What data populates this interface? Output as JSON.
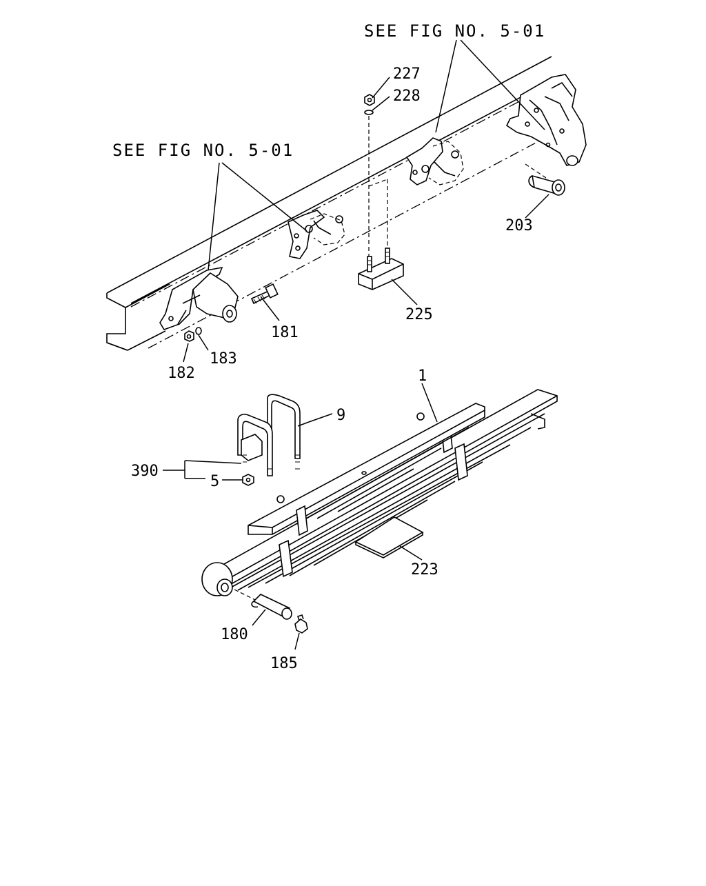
{
  "references": {
    "top": "SEE FIG NO. 5-01",
    "left": "SEE FIG NO. 5-01"
  },
  "callouts": {
    "c227": "227",
    "c228": "228",
    "c203": "203",
    "c225": "225",
    "c181": "181",
    "c182": "182",
    "c183": "183",
    "c1": "1",
    "c9": "9",
    "c390": "390",
    "c5": "5",
    "c223": "223",
    "c180": "180",
    "c185": "185"
  }
}
